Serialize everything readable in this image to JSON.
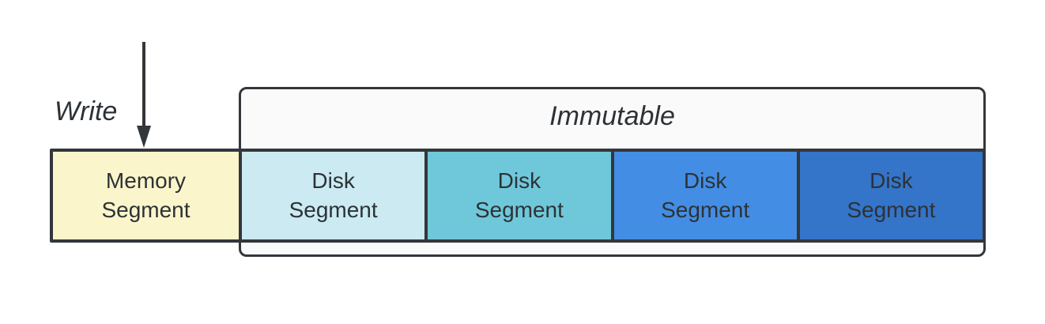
{
  "diagram": {
    "write_label": "Write",
    "arrow_icon": "arrow-down",
    "immutable": {
      "label": "Immutable",
      "fill": "#fafafa"
    },
    "memory_segment": {
      "label": "Memory\nSegment",
      "fill": "#fbf5cb"
    },
    "disk_segments": [
      {
        "label": "Disk\nSegment",
        "fill": "#cbeaf2"
      },
      {
        "label": "Disk\nSegment",
        "fill": "#6fc8da"
      },
      {
        "label": "Disk\nSegment",
        "fill": "#438de4"
      },
      {
        "label": "Disk\nSegment",
        "fill": "#3474c9"
      }
    ],
    "colors": {
      "border": "#33373b",
      "text": "#2d3236",
      "background": "#ffffff",
      "arrow": "#33373b"
    }
  }
}
